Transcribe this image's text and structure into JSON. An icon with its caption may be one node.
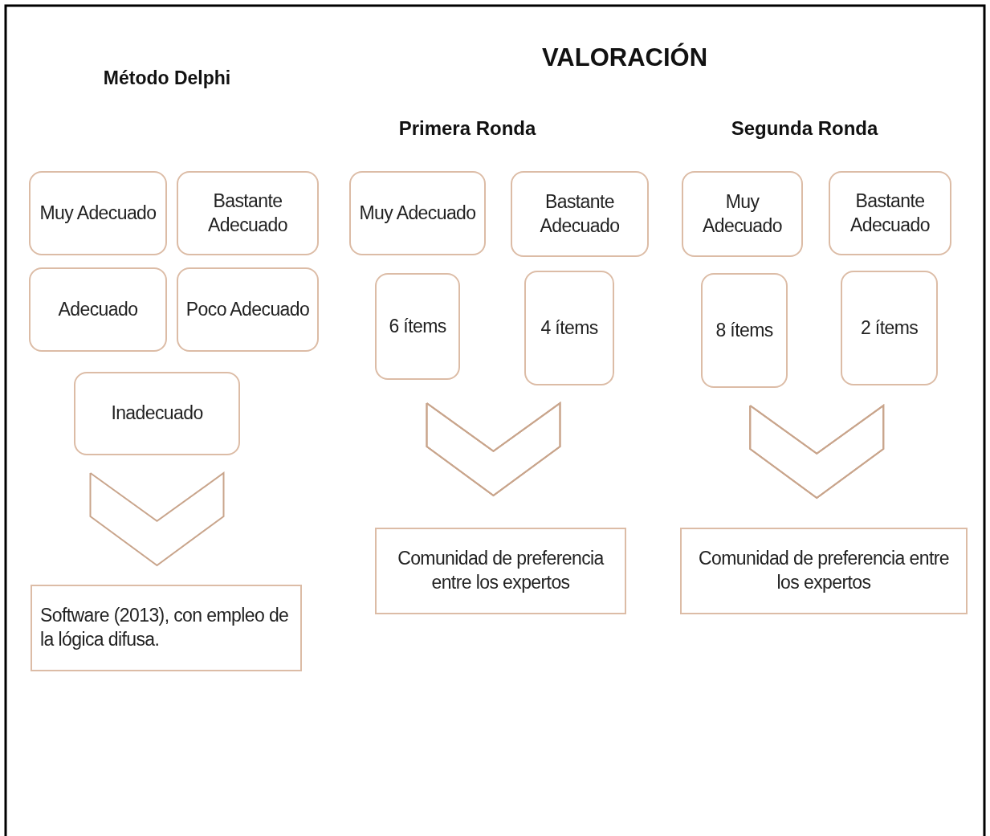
{
  "diagram": {
    "title": "VALORACIÓN",
    "nodes": [
      {
        "text": [
          "Muy Adecuado"
        ]
      },
      {
        "text": [
          "Bastante Adecuado"
        ]
      },
      {
        "text": [
          "Adecuado"
        ]
      },
      {
        "text": [
          "Poco Adecuado"
        ]
      },
      {
        "text": [
          "Inadecuado"
        ]
      },
      {
        "text": [
          "Software (2013), con empleo de la lógica difusa."
        ]
      },
      {
        "text": [
          "Muy Adecuado"
        ]
      },
      {
        "text": [
          "Bastante Adecuado"
        ]
      },
      {
        "text": [
          "6 ítems"
        ]
      },
      {
        "text": [
          "4 ítems"
        ]
      },
      {
        "text": [
          "Comunidad de preferencia entre los expertos"
        ]
      },
      {
        "text": [
          "Muy Adecuado"
        ]
      },
      {
        "text": [
          "Bastante Adecuado"
        ]
      },
      {
        "text": [
          "8 ítems"
        ]
      },
      {
        "text": [
          "2 ítems"
        ]
      },
      {
        "text": [
          "Comunidad de preferencia entre los expertos"
        ]
      }
    ],
    "edges": [
      {
        "from": 4,
        "to": 5,
        "arrow": "to"
      },
      {
        "from": 8,
        "to": 10,
        "arrow": "to"
      },
      {
        "from": 9,
        "to": 10,
        "arrow": "to"
      },
      {
        "from": 13,
        "to": 15,
        "arrow": "to"
      },
      {
        "from": 14,
        "to": 15,
        "arrow": "to"
      }
    ],
    "labels": [
      "Método Delphi",
      "Primera Ronda",
      "Segunda Ronda"
    ]
  }
}
